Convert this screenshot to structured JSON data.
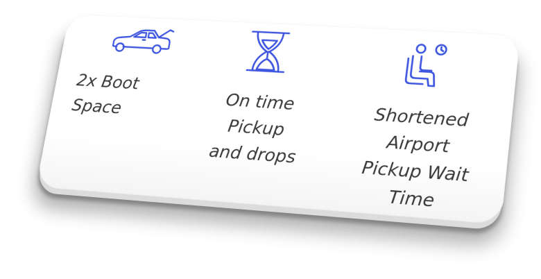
{
  "features": [
    {
      "icon": "car-boot-icon",
      "label": "2x Boot\nSpace"
    },
    {
      "icon": "hourglass-icon",
      "label": "On time\nPickup\nand drops"
    },
    {
      "icon": "waiting-seat-clock-icon",
      "label": "Shortened\nAirport\nPickup Wait\nTime"
    }
  ],
  "colors": {
    "icon_blue": "#3f57e0",
    "text": "#3a3a3a",
    "card": "#ffffff"
  }
}
